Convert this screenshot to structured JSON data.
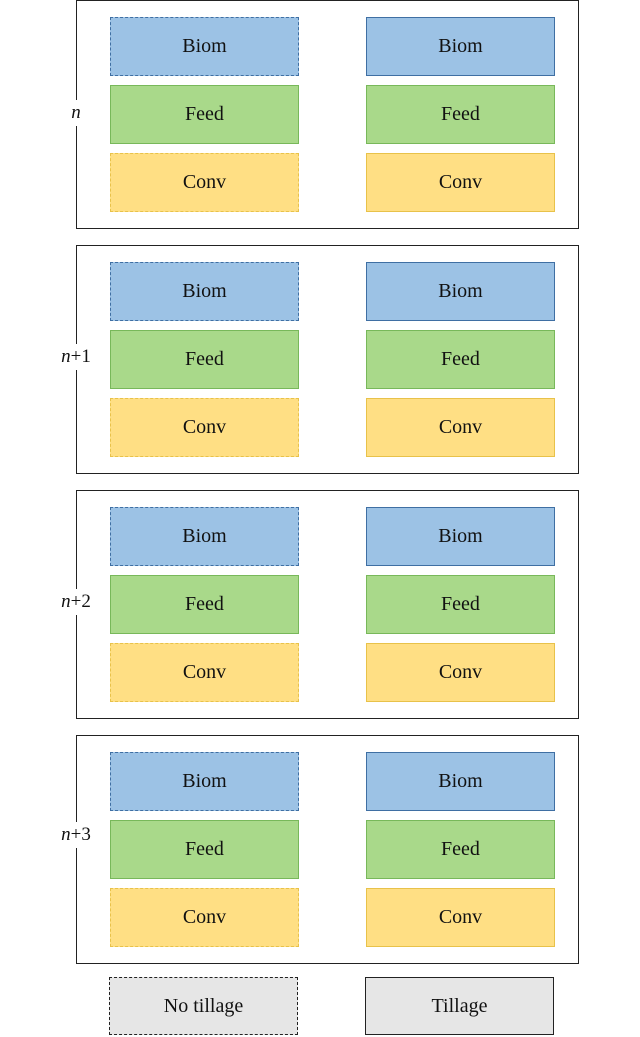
{
  "panels": [
    {
      "year_var": "n",
      "year_suffix": "",
      "left": [
        "Biom",
        "Feed",
        "Conv"
      ],
      "right": [
        "Biom",
        "Feed",
        "Conv"
      ]
    },
    {
      "year_var": "n",
      "year_suffix": "+1",
      "left": [
        "Biom",
        "Feed",
        "Conv"
      ],
      "right": [
        "Biom",
        "Feed",
        "Conv"
      ]
    },
    {
      "year_var": "n",
      "year_suffix": "+2",
      "left": [
        "Biom",
        "Feed",
        "Conv"
      ],
      "right": [
        "Biom",
        "Feed",
        "Conv"
      ]
    },
    {
      "year_var": "n",
      "year_suffix": "+3",
      "left": [
        "Biom",
        "Feed",
        "Conv"
      ],
      "right": [
        "Biom",
        "Feed",
        "Conv"
      ]
    }
  ],
  "legend": {
    "no_tillage": "No tillage",
    "tillage": "Tillage"
  },
  "colors": {
    "biom": "#9cc2e5",
    "feed": "#a9d98a",
    "conv": "#ffdf84",
    "legend": "#e6e6e6"
  }
}
